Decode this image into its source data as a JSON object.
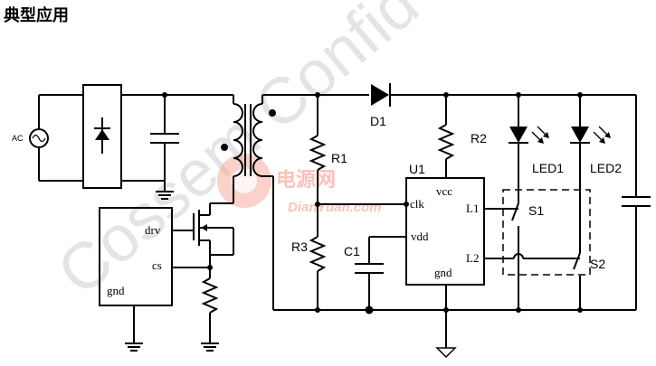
{
  "title": "典型应用",
  "labels": {
    "ac": "AC",
    "d1": "D1",
    "r1": "R1",
    "r2": "R2",
    "r3": "R3",
    "c1": "C1",
    "u1": "U1",
    "led1": "LED1",
    "led2": "LED2",
    "s1": "S1",
    "s2": "S2"
  },
  "controller_pins": {
    "drv": "drv",
    "cs": "cs",
    "gnd": "gnd"
  },
  "u1_pins": {
    "clk": "clk",
    "vdd": "vdd",
    "vcc": "vcc",
    "l1": "L1",
    "l2": "L2",
    "gnd": "gnd"
  },
  "watermark": {
    "text": "Cossem Confid",
    "logo_text": "电源网",
    "url": "DianYuan.com"
  },
  "colors": {
    "line": "#000000",
    "watermark": "#cfcfcf",
    "logo": "#f39c8a"
  }
}
